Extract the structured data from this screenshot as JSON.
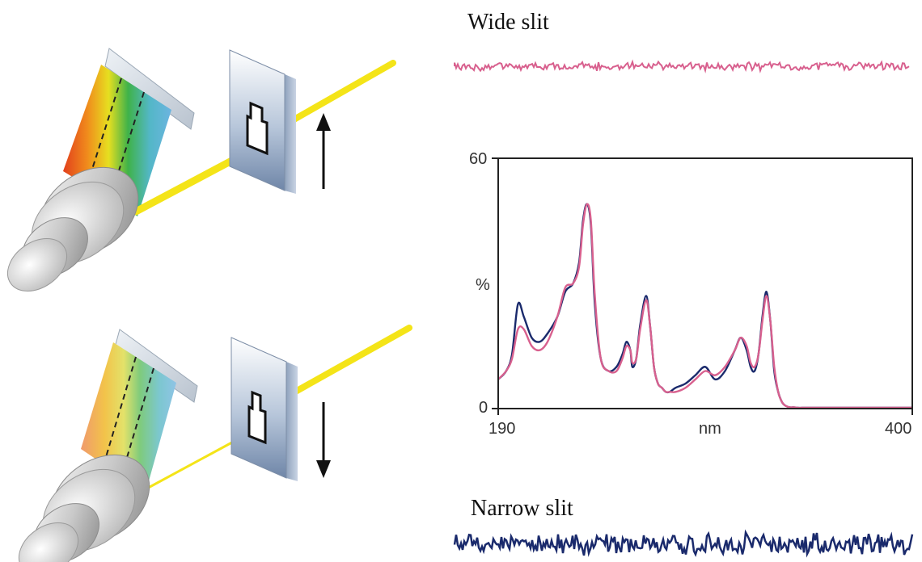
{
  "labels": {
    "wide_slit": "Wide slit",
    "narrow_slit": "Narrow slit"
  },
  "colors": {
    "wide_trace": "#d8608e",
    "narrow_trace": "#1a2a6c",
    "light_beam": "#f4e418",
    "arrow": "#111111"
  },
  "chart_data": {
    "type": "line",
    "title": "",
    "xlabel": "nm",
    "ylabel": "%",
    "xlim": [
      190,
      400
    ],
    "ylim": [
      0,
      60
    ],
    "x_tick_labels": [
      "190",
      "400"
    ],
    "y_tick_labels": [
      "0",
      "60"
    ],
    "series": [
      {
        "key": "narrow",
        "color": "#1a2a6c",
        "x": [
          190,
          194,
          197,
          200,
          203,
          207,
          211,
          215,
          220,
          224,
          228,
          231,
          233,
          235,
          237,
          239,
          242,
          246,
          250,
          253,
          255,
          257,
          258,
          260,
          262,
          265,
          267,
          269,
          271,
          273,
          275,
          277,
          280,
          285,
          290,
          295,
          300,
          305,
          310,
          313,
          316,
          318,
          320,
          322,
          324,
          326,
          328,
          330,
          332,
          334,
          336,
          338,
          340,
          342,
          344,
          346,
          348,
          352,
          356,
          360,
          370,
          380,
          390,
          400
        ],
        "y": [
          7,
          9,
          13,
          25,
          22,
          17,
          16,
          18,
          22,
          28,
          30,
          35,
          45,
          49,
          44,
          25,
          12,
          9,
          10,
          13,
          16,
          14,
          10,
          12,
          20,
          27,
          20,
          10,
          6,
          5,
          4,
          4,
          5,
          6,
          8,
          10,
          7,
          9,
          14,
          17,
          14,
          10,
          9,
          13,
          22,
          28,
          21,
          9,
          4,
          1.5,
          0.6,
          0.3,
          0.3,
          0.2,
          0.2,
          0.2,
          0.2,
          0.2,
          0.2,
          0.2,
          0.2,
          0.2,
          0.2,
          0.2
        ]
      },
      {
        "key": "wide",
        "color": "#d8608e",
        "x": [
          190,
          194,
          197,
          200,
          203,
          207,
          211,
          215,
          220,
          224,
          228,
          231,
          233,
          235,
          237,
          239,
          242,
          246,
          250,
          253,
          255,
          257,
          258,
          260,
          262,
          265,
          267,
          269,
          271,
          273,
          275,
          277,
          280,
          285,
          290,
          295,
          300,
          305,
          310,
          313,
          316,
          318,
          320,
          322,
          324,
          326,
          328,
          330,
          332,
          334,
          336,
          338,
          340,
          342,
          344,
          346,
          348,
          352,
          356,
          360,
          370,
          380,
          390,
          400
        ],
        "y": [
          7,
          9,
          12,
          19,
          19,
          15,
          14,
          16,
          22,
          29,
          30,
          34,
          44,
          49,
          45,
          27,
          12,
          9,
          9,
          12,
          15,
          14,
          11,
          12,
          19,
          26,
          20,
          10,
          6,
          5,
          4,
          4,
          4,
          5,
          7,
          9,
          8,
          10,
          14,
          17,
          15,
          11,
          10,
          13,
          21,
          27,
          21,
          10,
          4,
          1.5,
          0.6,
          0.3,
          0.3,
          0.2,
          0.2,
          0.2,
          0.2,
          0.2,
          0.2,
          0.2,
          0.2,
          0.2,
          0.2,
          0.2
        ]
      }
    ],
    "grid": false,
    "legend": "none"
  }
}
